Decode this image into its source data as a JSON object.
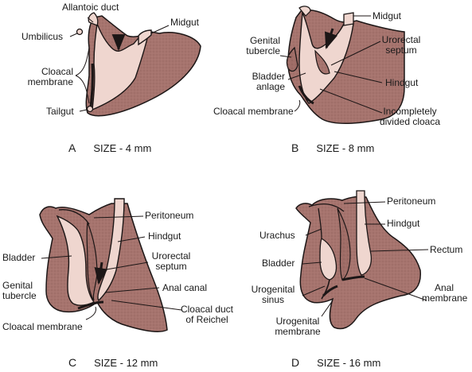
{
  "colors": {
    "tissue": "#a6746e",
    "tissue_dark": "#8c5e58",
    "lumen": "#efd6cf",
    "outline": "#1c1616"
  },
  "panels": [
    {
      "letter": "A",
      "size": "SIZE - 4 mm",
      "labels": {
        "allantoic_duct": "Allantoic duct",
        "midgut": "Midgut",
        "umbilicus": "Umbilicus",
        "cloacal_membrane_1": "Cloacal",
        "cloacal_membrane_2": "membrane",
        "tailgut": "Tailgut"
      }
    },
    {
      "letter": "B",
      "size": "SIZE - 8 mm",
      "labels": {
        "midgut": "Midgut",
        "genital_tubercle_1": "Genital",
        "genital_tubercle_2": "tubercle",
        "urorectal_septum_1": "Urorectal",
        "urorectal_septum_2": "septum",
        "bladder_anlage_1": "Bladder",
        "bladder_anlage_2": "anlage",
        "hindgut": "Hindgut",
        "cloacal_membrane": "Cloacal membrane",
        "incompletely_divided_1": "Incompletely",
        "incompletely_divided_2": "divided cloaca"
      }
    },
    {
      "letter": "C",
      "size": "SIZE - 12 mm",
      "labels": {
        "peritoneum": "Peritoneum",
        "hindgut": "Hindgut",
        "bladder": "Bladder",
        "urorectal_septum_1": "Urorectal",
        "urorectal_septum_2": "septum",
        "genital_tubercle_1": "Genital",
        "genital_tubercle_2": "tubercle",
        "anal_canal": "Anal canal",
        "cloacal_membrane": "Cloacal membrane",
        "cloacal_duct_1": "Cloacal duct",
        "cloacal_duct_2": "of Reichel"
      }
    },
    {
      "letter": "D",
      "size": "SIZE - 16 mm",
      "labels": {
        "peritoneum": "Peritoneum",
        "hindgut": "Hindgut",
        "urachus": "Urachus",
        "rectum": "Rectum",
        "bladder": "Bladder",
        "urogenital_sinus_1": "Urogenital",
        "urogenital_sinus_2": "sinus",
        "anal_membrane_1": "Anal",
        "anal_membrane_2": "membrane",
        "urogenital_membrane_1": "Urogenital",
        "urogenital_membrane_2": "membrane"
      }
    }
  ]
}
